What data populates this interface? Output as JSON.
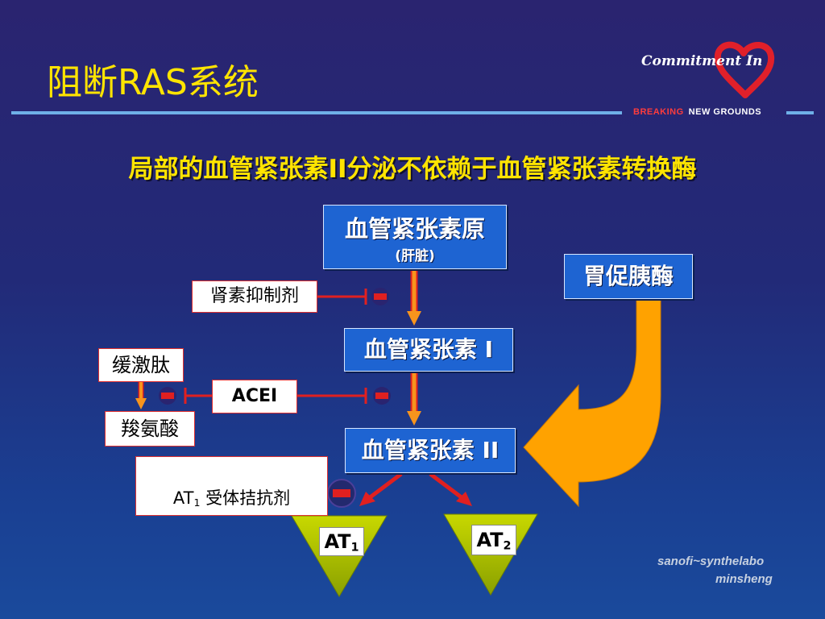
{
  "slide": {
    "title": "阻断RAS系统",
    "subtitle": "局部的血管紧张素II分泌不依赖于血管紧张素转换酶"
  },
  "logo": {
    "commitment_text": "Commitment In",
    "tagline_part1": "BREAKING",
    "tagline_part2": "NEW GROUNDS",
    "sponsor_line1": "sanofi~synthelabo",
    "sponsor_line2": "minsheng"
  },
  "nodes": {
    "angiotensinogen": "血管紧张素原",
    "angiotensinogen_source": "(肝脏)",
    "chymase": "胃促胰酶",
    "angiotensin1": "血管紧张素 I",
    "angiotensin2": "血管紧张素 II",
    "at1_receptor_main": "AT",
    "at1_receptor_sub": "1",
    "at2_receptor_main": "AT",
    "at2_receptor_sub": "2"
  },
  "inhibitors": {
    "renin_inhibitor": "肾素抑制剂",
    "bradykinin": "缓激肽",
    "acei": "ACEI",
    "carboxypeptide": "羧氨酸",
    "at1_antagonist_main": "AT",
    "at1_antagonist_sub": "1",
    "at1_antagonist_rest": " 受体拮抗剂"
  },
  "colors": {
    "background": "#2a2470",
    "title": "#ffe400",
    "node_box": "#1e64d2",
    "inhibitor_line": "#e02020",
    "pathway_arrow": "#f7941d",
    "chymase_arrow": "#ffa200",
    "receptor_triangle": "#b8d000"
  }
}
